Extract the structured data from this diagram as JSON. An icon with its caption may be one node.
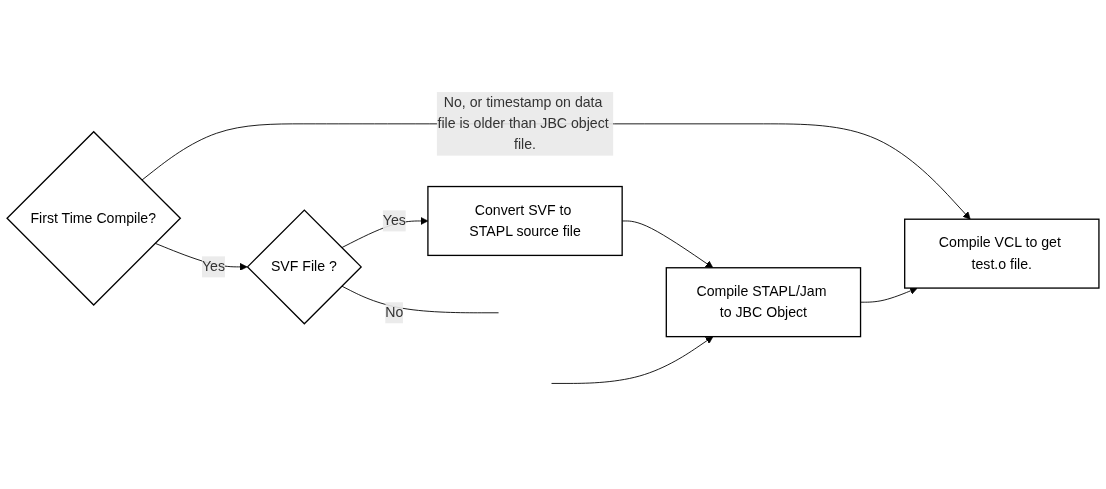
{
  "diagram": {
    "nodes": [
      {
        "text": [
          "First Time Compile?"
        ]
      },
      {
        "text": [
          "SVF File ?"
        ]
      },
      {
        "text": [
          "Convert SVF to STAPL source file"
        ]
      },
      {
        "text": [
          "Compile STAPL/Jam to JBC Object"
        ]
      },
      {
        "text": [
          "Compile VCL to get test.o file."
        ]
      }
    ],
    "edges": [
      {
        "from": 0,
        "to": 1,
        "arrow": "to",
        "label": "Yes"
      },
      {
        "from": 1,
        "to": 2,
        "arrow": "to",
        "label": "Yes"
      },
      {
        "from": 2,
        "to": 3,
        "arrow": "to"
      },
      {
        "from": null,
        "to": 3,
        "arrow": "to"
      },
      {
        "from": 0,
        "to": 4,
        "arrow": "to",
        "label": "No, or timestamp on data file is older than JBC object file."
      },
      {
        "from": 3,
        "to": 4,
        "arrow": "to"
      },
      {
        "from": 1,
        "to": null,
        "arrow": "none",
        "label": "No"
      }
    ]
  }
}
